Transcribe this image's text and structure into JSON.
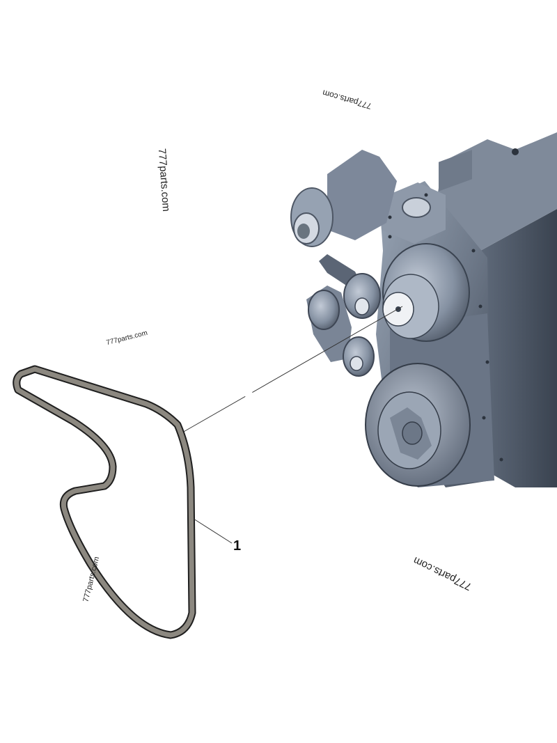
{
  "watermarks": {
    "wm1": "777parts.com",
    "wm2": "777parts.com",
    "wm3": "777parts.com",
    "wm4": "777parts.com",
    "wm5": "777parts.com"
  },
  "callouts": {
    "belt": "1"
  },
  "colors": {
    "engine_base": "#8a96a6",
    "engine_dark": "#3f4856",
    "belt_fill": "#8c8880",
    "belt_edge": "#1e1e1e"
  }
}
